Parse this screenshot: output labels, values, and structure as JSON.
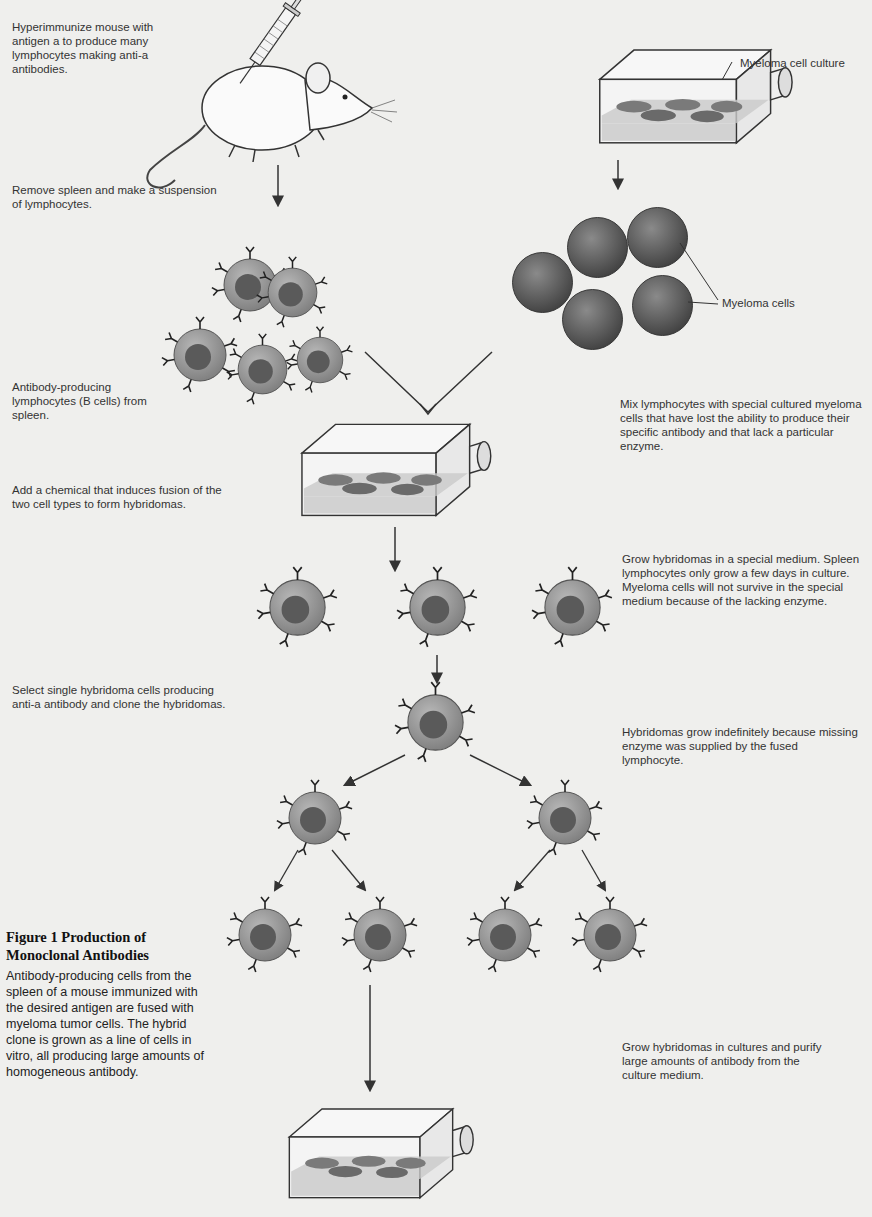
{
  "diagram": {
    "title": "Figure 1 Production of Monoclonal Antibodies",
    "caption": "Antibody-producing cells from the spleen of a mouse immunized with the desired antigen are fused with myeloma tumor cells. The hybrid clone is grown as a line of cells in vitro, all producing large amounts of homogeneous antibody.",
    "labels": [
      "Hyperimmunize mouse with antigen a to produce many lymphocytes making anti-a antibodies.",
      "Myeloma cell culture",
      "Remove spleen and make a suspension of lymphocytes.",
      "Myeloma cells",
      "Antibody-producing lymphocytes (B cells) from spleen.",
      "Mix lymphocytes with special cultured myeloma cells that have lost the ability to produce their specific antibody and that lack a particular enzyme.",
      "Add a chemical that induces fusion of the two cell types to form hybridomas.",
      "Grow hybridomas in a special medium. Spleen lymphocytes only grow a few days in culture. Myeloma cells will not survive in the special medium because of the lacking enzyme.",
      "Select single hybridoma cells producing anti-a antibody and clone the hybridomas.",
      "Hybridomas grow indefinitely because missing enzyme was supplied by the fused lymphocyte.",
      "Grow hybridomas in cultures and purify large amounts of antibody from the culture medium."
    ]
  }
}
